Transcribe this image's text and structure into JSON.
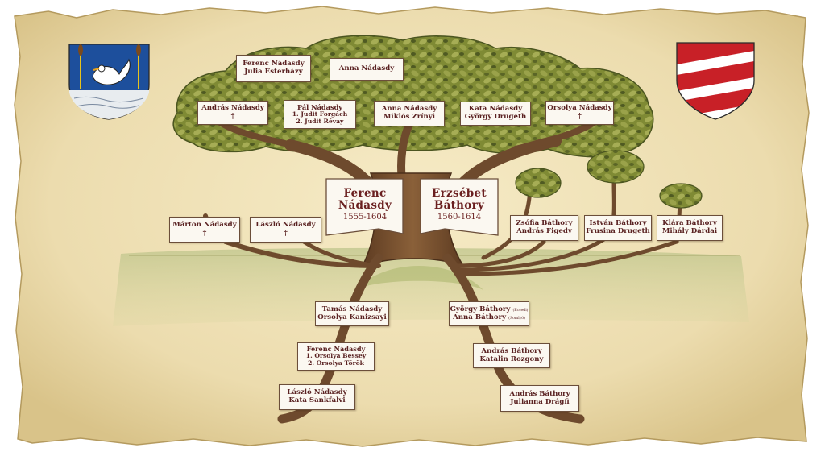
{
  "main": {
    "husband": {
      "first": "Ferenc",
      "last": "Nádasdy",
      "years": "1555-1604"
    },
    "wife": {
      "first": "Erzsébet",
      "last": "Báthory",
      "years": "1560-1614"
    }
  },
  "descendants": {
    "ferenc_julia": {
      "line1": "Ferenc Nádasdy",
      "line2": "Julia Esterházy"
    },
    "anna": {
      "line1": "Anna Nádasdy"
    },
    "andras": {
      "line1": "András Nádasdy",
      "line2": "†"
    },
    "pal": {
      "line1": "Pál Nádasdy",
      "line2": "1. Judit Forgách",
      "line3": "2. Judit Révay"
    },
    "anna_miklos": {
      "line1": "Anna Nádasdy",
      "line2": "Miklós Zrínyi"
    },
    "kata": {
      "line1": "Kata Nádasdy",
      "line2": "György Drugeth"
    },
    "orsolya": {
      "line1": "Orsolya Nádasdy",
      "line2": "†"
    }
  },
  "husband_ancestors": {
    "marton": {
      "line1": "Márton Nádasdy",
      "line2": "†"
    },
    "laszlo_child": {
      "line1": "László Nádasdy",
      "line2": "†"
    },
    "tamas": {
      "line1": "Tamás Nádasdy",
      "line2": "Orsolya Kanizsayi"
    },
    "ferenc_elder": {
      "line1": "Ferenc Nádasdy",
      "line2": "1. Orsolya Bessey",
      "line3": "2. Orsolya Török"
    },
    "laszlo_kata": {
      "line1": "László Nádasdy",
      "line2": "Kata Sankfalvi"
    }
  },
  "wife_relatives": {
    "zsofia": {
      "line1": "Zsófia Báthory",
      "line2": "András Figedy"
    },
    "istvan": {
      "line1": "István Báthory",
      "line2": "Frusina Drugeth"
    },
    "klara": {
      "line1": "Klára Báthory",
      "line2": "Mihály Dárdai"
    },
    "gyorgy_anna": {
      "line1a": "György Báthory",
      "line1b": "(Ecsedi)",
      "line2a": "Anna Báthory",
      "line2b": "(Somlyó)"
    },
    "andras_katalin": {
      "line1": "András Báthory",
      "line2": "Katalin Rozgony"
    },
    "andras_julianna": {
      "line1": "András Báthory",
      "line2": "Julianna Drágfi"
    }
  },
  "icons": {
    "left_crest": "swan-coat-of-arms-icon",
    "right_crest": "striped-coat-of-arms-icon"
  },
  "colors": {
    "parchment": "#efe0b3",
    "trunk": "#7a5232",
    "foliage": "#8f9a3e",
    "ribbon_text": "#6a1f1f",
    "crest_blue": "#1d4f9c",
    "crest_red": "#c82027"
  }
}
